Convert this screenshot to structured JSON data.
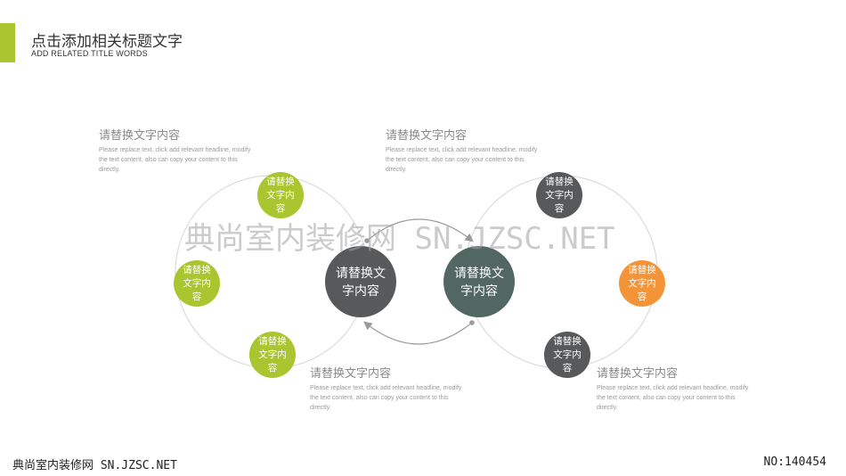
{
  "header": {
    "title": "点击添加相关标题文字",
    "subtitle": "ADD RELATED TITLE WORDS",
    "accent_color": "#a9c52f"
  },
  "left_group": {
    "center_label": "请替换文字内容",
    "nodes": [
      "请替换文字内容",
      "请替换文字内容",
      "请替换文字内容"
    ]
  },
  "right_group": {
    "center_label": "请替换文字内容",
    "nodes": [
      "请替换文字内容",
      "请替换文字内容",
      "请替换文字内容"
    ]
  },
  "text_blocks": [
    {
      "heading": "请替换文字内容",
      "body": "Please replace text, click add relevant headline, modify the text content, also can copy your content to this directly."
    },
    {
      "heading": "请替换文字内容",
      "body": "Please replace text, click add relevant headline, modify the text content, also can copy your content to this directly."
    },
    {
      "heading": "请替换文字内容",
      "body": "Please replace text, click add relevant headline, modify the text content, also can copy your content to this directly."
    },
    {
      "heading": "请替换文字内容",
      "body": "Please replace text, click add relevant headline, modify the text content, also can copy your content to this directly."
    }
  ],
  "watermark": "典尚室内装修网 SN.JZSC.NET",
  "footer": {
    "left": "典尚室内装修网 SN.JZSC.NET",
    "right": "NO:140454"
  },
  "colors": {
    "green": "#a9c52f",
    "dark_gray": "#58595b",
    "teal": "#536762",
    "orange": "#f39438"
  }
}
